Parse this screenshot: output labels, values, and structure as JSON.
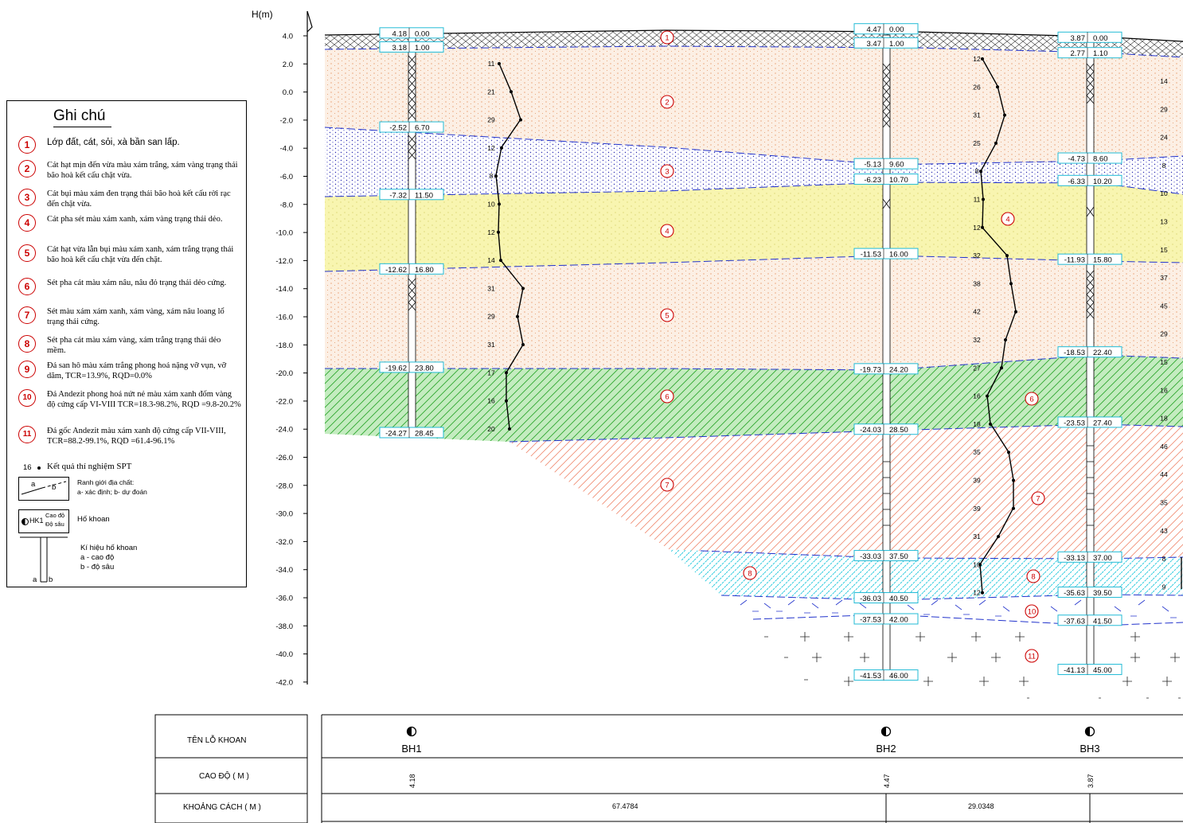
{
  "axis": {
    "label": "H(m)",
    "ticks": [
      "4.0",
      "2.0",
      "0.0",
      "-2.0",
      "-4.0",
      "-6.0",
      "-8.0",
      "-10.0",
      "-12.0",
      "-14.0",
      "-16.0",
      "-18.0",
      "-20.0",
      "-22.0",
      "-24.0",
      "-26.0",
      "-28.0",
      "-30.0",
      "-32.0",
      "-34.0",
      "-36.0",
      "-38.0",
      "-40.0",
      "-42.0"
    ]
  },
  "legend": {
    "title": "Ghi chú",
    "items": [
      {
        "num": "1",
        "text": "Lớp đất, cát, sỏi, xà bần san lấp."
      },
      {
        "num": "2",
        "text": "Cát hạt mịn đến vừa màu xám trắng, xám vàng trạng thái bão hoà kết cấu chặt vừa."
      },
      {
        "num": "3",
        "text": "Cát bụi màu xám đen trạng thái bão hoà kết cấu rời rạc đến chặt vừa."
      },
      {
        "num": "4",
        "text": "Cát pha sét màu xám xanh, xám vàng trạng thái dẻo."
      },
      {
        "num": "5",
        "text": "Cát hạt vừa lẫn bụi màu xám xanh, xám trắng trạng thái bão hoà kết cấu chặt vừa đến chặt."
      },
      {
        "num": "6",
        "text": "Sét pha cát màu xám nâu, nâu đỏ trạng thái dẻo cứng."
      },
      {
        "num": "7",
        "text": "Sét màu xám xám xanh, xám vàng, xám nâu loang lổ trạng thái cứng."
      },
      {
        "num": "8",
        "text": "Sét pha cát màu xám vàng, xám trắng trạng thái dẻo mềm."
      },
      {
        "num": "9",
        "text": "Đá san hô màu xám trắng phong hoá nặng vỡ vụn, vỡ dăm, TCR=13.9%, RQD=0.0%"
      },
      {
        "num": "10",
        "text": "Đá Andezit phong hoá nứt nẻ màu xám xanh đốm vàng độ cứng cấp VI-VIII TCR=18.3-98.2%, RQD =9.8-20.2%"
      },
      {
        "num": "11",
        "text": "Đá gốc Andezit màu xám xanh độ cứng cấp VII-VIII, TCR=88.2-99.1%, RQD =61.4-96.1%"
      }
    ],
    "spt_num": "16",
    "spt_label": "Kết quả thí nghiệm SPT",
    "boundary_a": "a",
    "boundary_b": "b",
    "boundary_text1": "Ranh giới địa chất:",
    "boundary_text2": "a- xác định; b- dự đoán",
    "hk_code": "HK1",
    "hk_top": "Cao độ",
    "hk_bottom": "Độ sâu",
    "hk_label": "Hố khoan",
    "sym_a": "a",
    "sym_b": "b",
    "sym_title": "Kí hiệu hố khoan",
    "sym_line1": "a - cao độ",
    "sym_line2": "b - độ sâu"
  },
  "boreholes": [
    {
      "name": "BH1",
      "elevation": "4.18",
      "labels": [
        [
          "4.18",
          "0.00"
        ],
        [
          "3.18",
          "1.00"
        ],
        [
          "-2.52",
          "6.70"
        ],
        [
          "-7.32",
          "11.50"
        ],
        [
          "-12.62",
          "16.80"
        ],
        [
          "-19.62",
          "23.80"
        ],
        [
          "-24.27",
          "28.45"
        ]
      ],
      "spt": [
        "11",
        "21",
        "29",
        "12",
        "8",
        "10",
        "12",
        "14",
        "31",
        "29",
        "31",
        "17",
        "16",
        "20"
      ]
    },
    {
      "name": "BH2",
      "elevation": "4.47",
      "labels": [
        [
          "4.47",
          "0.00"
        ],
        [
          "3.47",
          "1.00"
        ],
        [
          "-5.13",
          "9.60"
        ],
        [
          "-6.23",
          "10.70"
        ],
        [
          "-11.53",
          "16.00"
        ],
        [
          "-19.73",
          "24.20"
        ],
        [
          "-24.03",
          "28.50"
        ],
        [
          "-33.03",
          "37.50"
        ],
        [
          "-36.03",
          "40.50"
        ],
        [
          "-37.53",
          "42.00"
        ],
        [
          "-41.53",
          "46.00"
        ]
      ],
      "spt": [
        "12",
        "26",
        "31",
        "25",
        "8",
        "11",
        "12",
        "32",
        "38",
        "42",
        "32",
        "27",
        "16",
        "18",
        "35",
        "39",
        "39",
        "31",
        "10",
        "12"
      ]
    },
    {
      "name": "BH3",
      "elevation": "3.87",
      "labels": [
        [
          "3.87",
          "0.00"
        ],
        [
          "2.77",
          "1.10"
        ],
        [
          "-4.73",
          "8.60"
        ],
        [
          "-6.33",
          "10.20"
        ],
        [
          "-11.93",
          "15.80"
        ],
        [
          "-18.53",
          "22.40"
        ],
        [
          "-23.53",
          "27.40"
        ],
        [
          "-33.13",
          "37.00"
        ],
        [
          "-35.63",
          "39.50"
        ],
        [
          "-37.63",
          "41.50"
        ],
        [
          "-41.13",
          "45.00"
        ]
      ],
      "spt": [
        "14",
        "29",
        "24",
        "8",
        "10",
        "13",
        "15",
        "37",
        "45",
        "29",
        "15",
        "16",
        "18",
        "46",
        "44",
        "35",
        "43",
        "8",
        "9"
      ]
    }
  ],
  "layer_labels": [
    "1",
    "2",
    "3",
    "4",
    "4",
    "5",
    "6",
    "6",
    "7",
    "7",
    "8",
    "8",
    "10",
    "11"
  ],
  "table": {
    "row1_title": "TÊN LỖ KHOAN",
    "row2_title": "CAO ĐỘ ( M )",
    "row3_title": "KHOẢNG CÁCH ( M )",
    "distances": [
      "67.4784",
      "29.0348"
    ]
  },
  "colors": {
    "layer2": "#f4a67a",
    "layer3": "#2a2ab0",
    "layer4": "#f2ee6a",
    "layer5": "#f4a67a",
    "layer6": "#33bb33",
    "layer7": "#f08060",
    "layer8": "#2fd0e0",
    "boundary": "#2233cc",
    "label_box": "#22bbd6",
    "circle": "#cc0000"
  }
}
